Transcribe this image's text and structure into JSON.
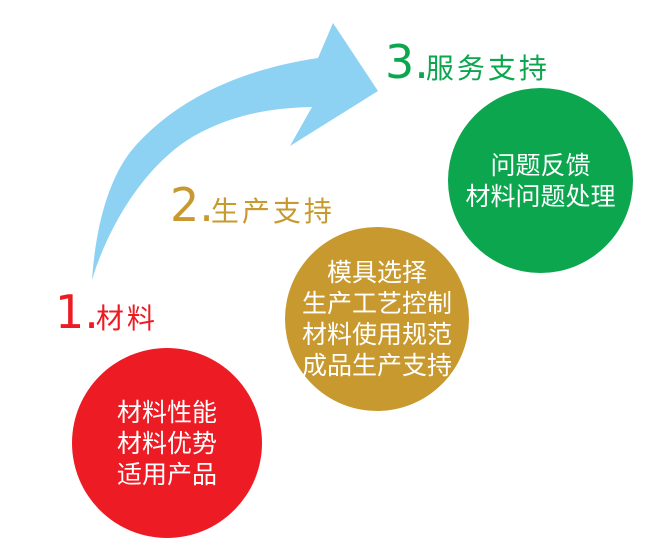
{
  "arrow": {
    "color": "#8DD2F3"
  },
  "steps": [
    {
      "number": "1.",
      "label": "材料",
      "color": "#ED1C24",
      "circle_lines": [
        "材料性能",
        "材料优势",
        "适用产品"
      ]
    },
    {
      "number": "2.",
      "label": "生产支持",
      "color": "#C8992F",
      "circle_lines": [
        "模具选择",
        "生产工艺控制",
        "材料使用规范",
        "成品生产支持"
      ]
    },
    {
      "number": "3.",
      "label": "服务支持",
      "color": "#0BA64E",
      "circle_lines": [
        "问题反馈",
        "材料问题处理"
      ]
    }
  ]
}
